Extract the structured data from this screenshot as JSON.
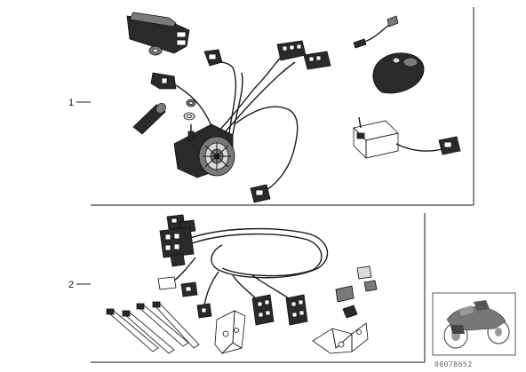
{
  "diagram": {
    "callouts": [
      {
        "label": "1"
      },
      {
        "label": "2"
      }
    ],
    "catalog_number": "00078652"
  },
  "icons": {
    "thumbnail": "motorcycle-thumbnail-icon",
    "siren": "alarm-siren-icon",
    "remote": "remote-fob-icon",
    "control_unit": "control-unit-icon",
    "hold_strap": "cable-tie-icon"
  }
}
